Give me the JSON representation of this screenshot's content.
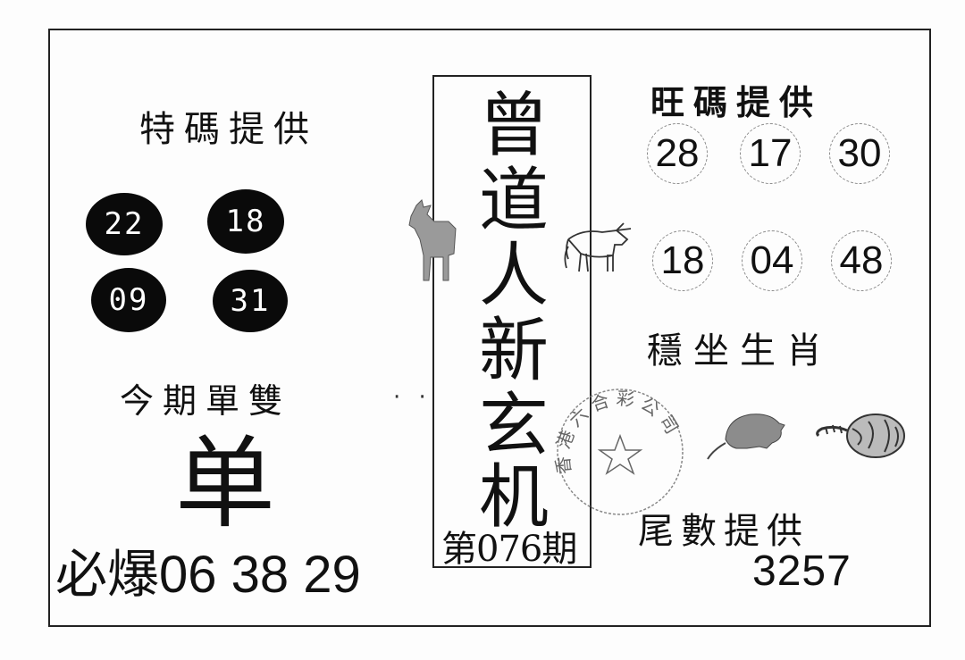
{
  "left": {
    "special_heading": "特碼提供",
    "special_numbers": [
      "22",
      "18",
      "09",
      "31"
    ],
    "odd_even_heading": "今期單雙",
    "odd_even_value": "单",
    "must_label": "必爆",
    "must_numbers": [
      "06",
      "38",
      "29"
    ]
  },
  "center": {
    "title_chars": [
      "曾",
      "道",
      "人",
      "新",
      "玄",
      "机"
    ],
    "issue": "第076期"
  },
  "right": {
    "hot_heading": "旺碼提供",
    "hot_numbers": [
      "28",
      "17",
      "30",
      "18",
      "04",
      "48"
    ],
    "zodiac_heading": "穩坐生肖",
    "tail_heading": "尾數提供",
    "tail_value": "3257"
  },
  "stamp": {
    "text": "香港六合彩公司"
  },
  "icons": [
    "goat-icon",
    "ox-icon",
    "rat-icon",
    "tiger-icon",
    "star-icon"
  ]
}
